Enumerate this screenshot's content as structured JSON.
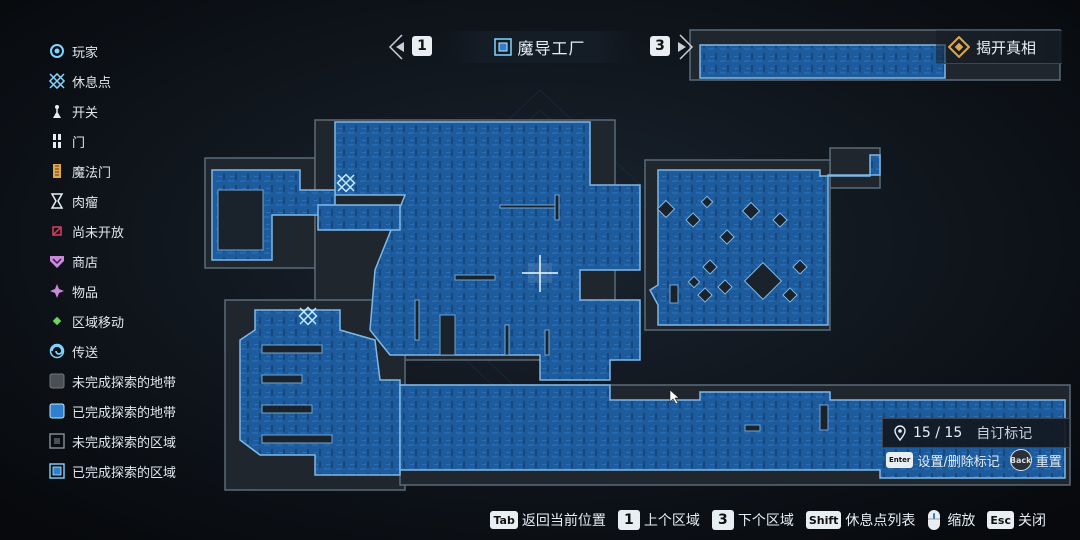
{
  "legend": [
    {
      "icon": "player-icon",
      "label": "玩家",
      "color": "#7fd6ff"
    },
    {
      "icon": "rest-point-icon",
      "label": "休息点",
      "color": "#7fd6ff"
    },
    {
      "icon": "switch-icon",
      "label": "开关",
      "color": "#e6eef5"
    },
    {
      "icon": "door-icon",
      "label": "门",
      "color": "#e6eef5"
    },
    {
      "icon": "magic-door-icon",
      "label": "魔法门",
      "color": "#e0a64a"
    },
    {
      "icon": "flesh-tumor-icon",
      "label": "肉瘤",
      "color": "#e6eef5"
    },
    {
      "icon": "not-yet-open-icon",
      "label": "尚未开放",
      "color": "#e0405a"
    },
    {
      "icon": "shop-icon",
      "label": "商店",
      "color": "#c98ad9"
    },
    {
      "icon": "item-icon",
      "label": "物品",
      "color": "#c98ad9"
    },
    {
      "icon": "area-move-icon",
      "label": "区域移动",
      "color": "#6ad65a"
    },
    {
      "icon": "teleport-icon",
      "label": "传送",
      "color": "#7fd6ff"
    },
    {
      "icon": "unexplored-zone-icon",
      "label": "未完成探索的地带",
      "color": "#4a4f56"
    },
    {
      "icon": "explored-zone-icon",
      "label": "已完成探索的地带",
      "color": "#2f7fd0"
    },
    {
      "icon": "unexplored-region-icon",
      "label": "未完成探索的区域",
      "color": "#4a4f56"
    },
    {
      "icon": "explored-region-icon",
      "label": "已完成探索的区域",
      "color": "#7fd6ff"
    }
  ],
  "area": {
    "prev_number": "1",
    "name": "魔导工厂",
    "next_number": "3"
  },
  "reveal_label": "揭开真相",
  "markers": {
    "count": "15 / 15",
    "label": "自订标记",
    "set_key": "Enter",
    "set_label": "设置/删除标记",
    "reset_key": "Back",
    "reset_label": "重置"
  },
  "hints": [
    {
      "key": "Tab",
      "label": "返回当前位置"
    },
    {
      "key": "1",
      "label": "上个区域"
    },
    {
      "key": "3",
      "label": "下个区域"
    },
    {
      "key": "Shift",
      "label": "休息点列表"
    },
    {
      "key": "mouse",
      "label": "缩放"
    },
    {
      "key": "Esc",
      "label": "关闭"
    }
  ],
  "colors": {
    "explored": "#1f5fa0",
    "explored_light": "#2f7fd0",
    "unexplored": "#2a3038",
    "accent": "#7fd6ff"
  }
}
